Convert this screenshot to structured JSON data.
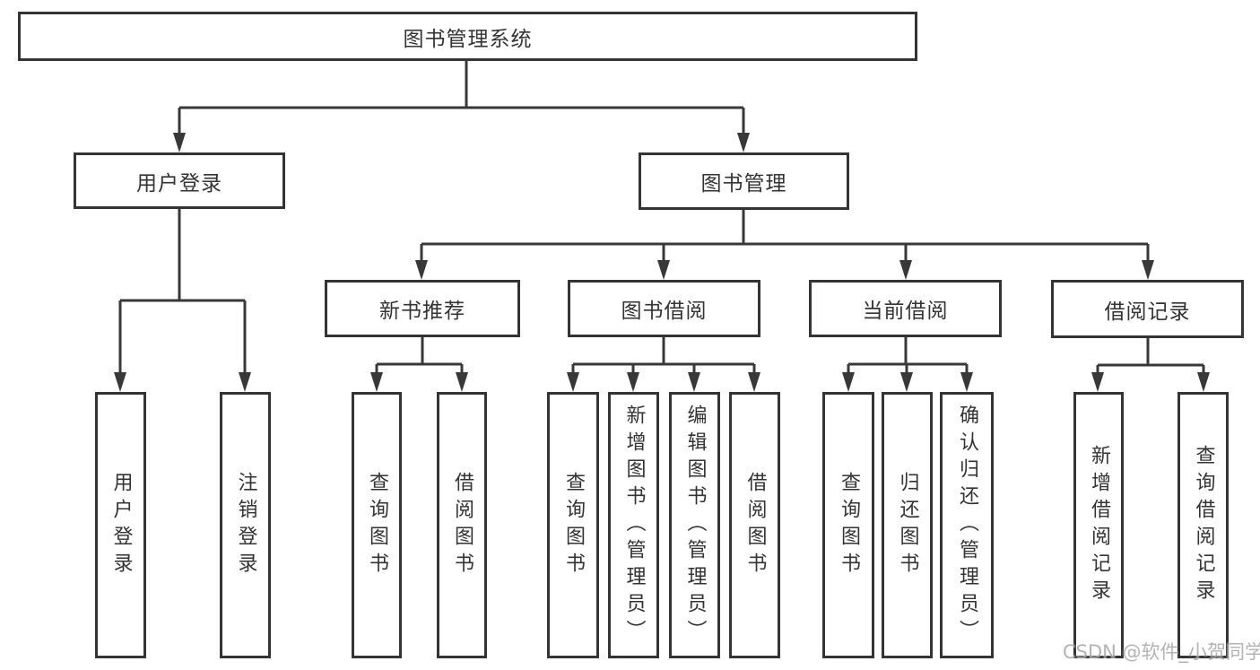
{
  "title": {
    "label": "图书管理系统"
  },
  "level2": {
    "user_login": {
      "label": "用户登录"
    },
    "book_management": {
      "label": "图书管理"
    }
  },
  "level3": {
    "new_book_recommend": {
      "label": "新书推荐"
    },
    "book_borrowing": {
      "label": "图书借阅"
    },
    "current_borrowing": {
      "label": "当前借阅"
    },
    "borrow_records": {
      "label": "借阅记录"
    }
  },
  "leaves": {
    "user_login": [
      "用户登录",
      "注销登录"
    ],
    "new_book_recommend": [
      "查询图书",
      "借阅图书"
    ],
    "book_borrowing": [
      "查询图书",
      "新增图书（管理员）",
      "编辑图书（管理员）",
      "借阅图书"
    ],
    "current_borrowing": [
      "查询图书",
      "归还图书",
      "确认归还（管理员）"
    ],
    "borrow_records": [
      "新增借阅记录",
      "查询借阅记录"
    ]
  },
  "watermark": {
    "label": "CSDN @软件_小贺同学"
  },
  "colors": {
    "line": "#383838",
    "border": "#343434",
    "text": "#333333",
    "background": "#ffffff",
    "watermark_text": "#a6a6a6"
  }
}
